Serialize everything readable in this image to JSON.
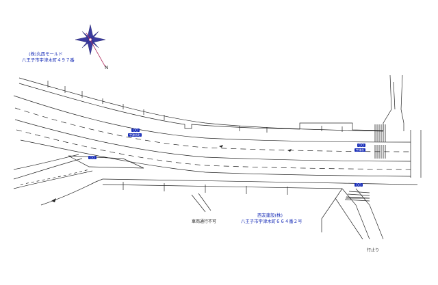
{
  "colors": {
    "line": "#222222",
    "label_blue": "#1a2fb8",
    "compass_fill": "#3a3aa0",
    "compass_accent": "#b03060"
  },
  "compass": {
    "icon": "compass-rose-icon",
    "north_marker": "N"
  },
  "labels": {
    "store_name": "(株)丸西モールド",
    "store_address": "八王子市宇津木町４９７番",
    "company_name": "西友建設(株)",
    "company_address": "八王子市宇津木町６６４番２号",
    "no_entry": "車両通行不可",
    "dead_end": "行止り"
  },
  "signs": {
    "road_sign_left_upper": "〇〇",
    "road_sign_left_lower": "宇津木町",
    "road_sign_right_upper": "〇〇",
    "road_sign_right_lower": "宇津木",
    "road_sign_bottom": "〇〇",
    "road_sign_small": "〇〇"
  }
}
